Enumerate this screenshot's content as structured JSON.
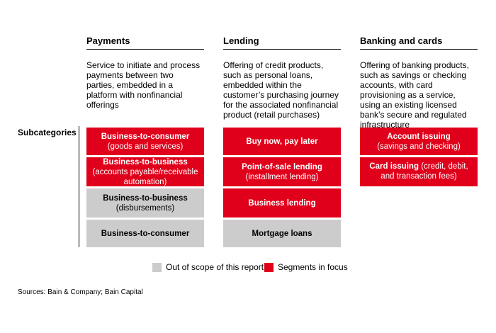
{
  "columns": [
    {
      "title": "Payments",
      "description": "Service to initiate and process payments between two parties, embedded in a platform with nonfinancial offerings"
    },
    {
      "title": "Lending",
      "description": "Offering of credit products, such as personal loans, embedded within the customer’s purchasing journey for the associated nonfinancial product (retail purchases)"
    },
    {
      "title": "Banking and cards",
      "description": "Offering of banking products, such as savings or checking accounts, with card provisioning as a service, using an existing licensed bank’s secure and regulated infrastructure"
    }
  ],
  "subcategories_label": "Subcategories",
  "boxes": {
    "payments": [
      {
        "main": "Business-to-consumer",
        "sub": "(goods and services)",
        "status": "in-focus"
      },
      {
        "main": "Business-to-business",
        "sub": "(accounts payable/receivable automation)",
        "status": "in-focus"
      },
      {
        "main": "Business-to-business",
        "sub": "(disbursements)",
        "status": "out-of-scope"
      },
      {
        "main": "Business-to-consumer",
        "sub": "",
        "status": "out-of-scope"
      }
    ],
    "lending": [
      {
        "main": "Buy now, pay later",
        "sub": "",
        "status": "in-focus"
      },
      {
        "main": "Point-of-sale lending",
        "sub": "(installment lending)",
        "status": "in-focus"
      },
      {
        "main": "Business lending",
        "sub": "",
        "status": "in-focus"
      },
      {
        "main": "Mortgage loans",
        "sub": "",
        "status": "out-of-scope"
      }
    ],
    "banking": [
      {
        "main": "Account issuing",
        "sub": "(savings and checking)",
        "status": "in-focus"
      },
      {
        "main": "Card issuing",
        "sub": "(credit, debit, and transaction fees)",
        "status": "in-focus"
      }
    ]
  },
  "legend": {
    "out_of_scope": "Out of scope of this report",
    "in_focus": "Segments in focus"
  },
  "colors": {
    "in_focus": "#e0001b",
    "out_of_scope": "#cccccc"
  },
  "sources": "Sources: Bain & Company; Bain Capital"
}
